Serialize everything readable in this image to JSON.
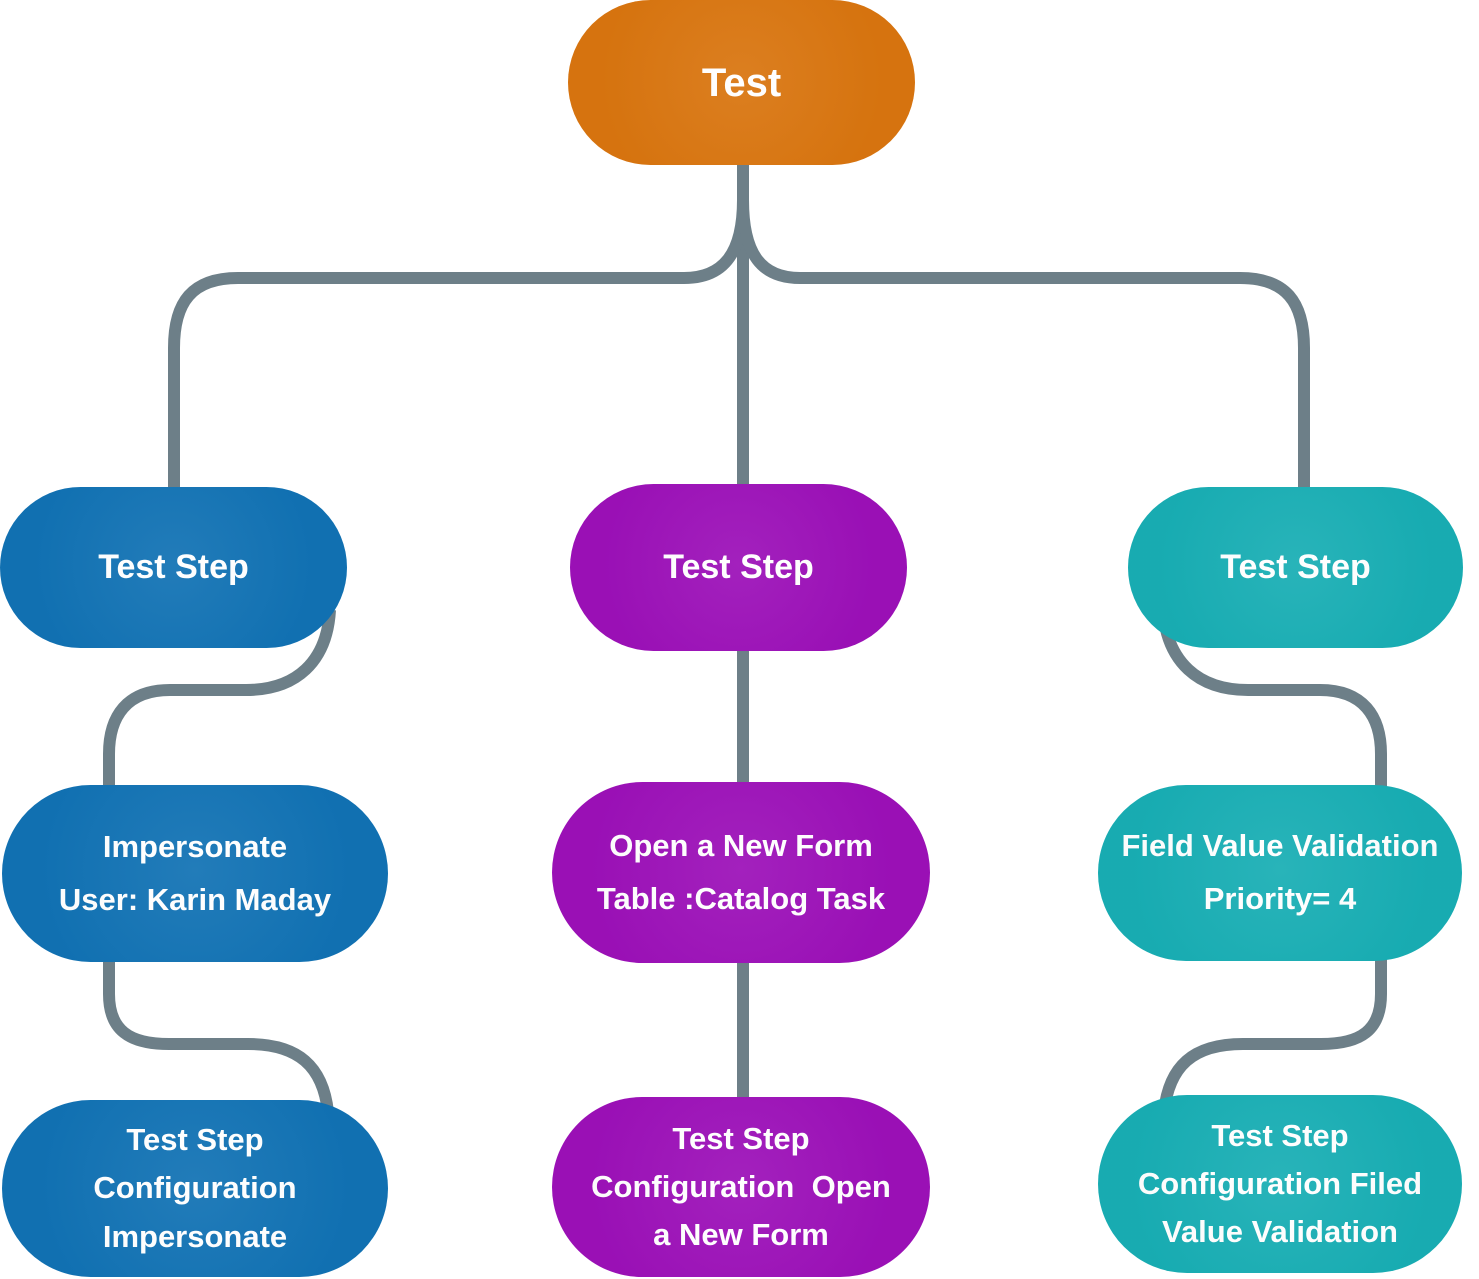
{
  "diagram": {
    "type": "flowchart",
    "colors": {
      "orange": "#D9750F",
      "blue": "#1172B4",
      "purple": "#9C10B8",
      "teal": "#18AEB4",
      "connector": "#6D7F88",
      "text": "#FFFFFF",
      "background": "#FFFFFF"
    },
    "nodes": [
      {
        "id": "test",
        "label": "Test",
        "color": "orange",
        "branch": "root"
      },
      {
        "id": "step-left",
        "label": "Test Step",
        "color": "blue",
        "branch": "left"
      },
      {
        "id": "step-middle",
        "label": "Test Step",
        "color": "purple",
        "branch": "middle"
      },
      {
        "id": "step-right",
        "label": "Test Step",
        "color": "teal",
        "branch": "right"
      },
      {
        "id": "impersonate",
        "label": "Impersonate\nUser: Karin Maday",
        "color": "blue",
        "branch": "left"
      },
      {
        "id": "open-form",
        "label": "Open a New Form\nTable :Catalog Task",
        "color": "purple",
        "branch": "middle"
      },
      {
        "id": "field-value",
        "label": "Field Value Validation\nPriority= 4",
        "color": "teal",
        "branch": "right"
      },
      {
        "id": "config-left",
        "label": "Test Step\nConfiguration\nImpersonate",
        "color": "blue",
        "branch": "left"
      },
      {
        "id": "config-middle",
        "label": "Test Step\nConfiguration  Open\na New Form",
        "color": "purple",
        "branch": "middle"
      },
      {
        "id": "config-right",
        "label": "Test Step\nConfiguration Filed\nValue Validation",
        "color": "teal",
        "branch": "right"
      }
    ],
    "edges": [
      {
        "from": "test",
        "to": "step-left"
      },
      {
        "from": "test",
        "to": "step-middle"
      },
      {
        "from": "test",
        "to": "step-right"
      },
      {
        "from": "step-left",
        "to": "impersonate"
      },
      {
        "from": "step-middle",
        "to": "open-form"
      },
      {
        "from": "step-right",
        "to": "field-value"
      },
      {
        "from": "impersonate",
        "to": "config-left"
      },
      {
        "from": "open-form",
        "to": "config-middle"
      },
      {
        "from": "field-value",
        "to": "config-right"
      }
    ]
  }
}
